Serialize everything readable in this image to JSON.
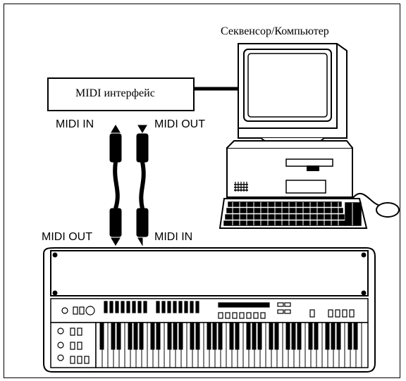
{
  "diagram": {
    "sequencer_label": "Секвенсор/Компьютер",
    "interface_label": "MIDI интерфейс",
    "top_left_port": "MIDI IN",
    "top_right_port": "MIDI OUT",
    "bottom_left_port": "MIDI OUT",
    "bottom_right_port": "MIDI IN"
  }
}
